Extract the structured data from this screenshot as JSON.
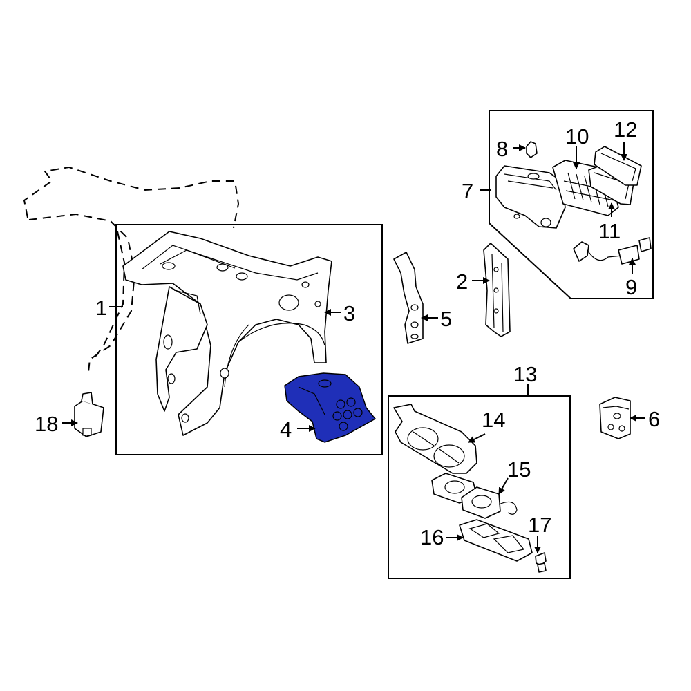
{
  "colors": {
    "highlight": "#1f2fb8",
    "line": "#000000",
    "background": "#ffffff"
  },
  "callouts": {
    "c1": "1",
    "c2": "2",
    "c3": "3",
    "c4": "4",
    "c5": "5",
    "c6": "6",
    "c7": "7",
    "c8": "8",
    "c9": "9",
    "c10": "10",
    "c11": "11",
    "c12": "12",
    "c13": "13",
    "c14": "14",
    "c15": "15",
    "c16": "16",
    "c17": "17",
    "c18": "18"
  }
}
